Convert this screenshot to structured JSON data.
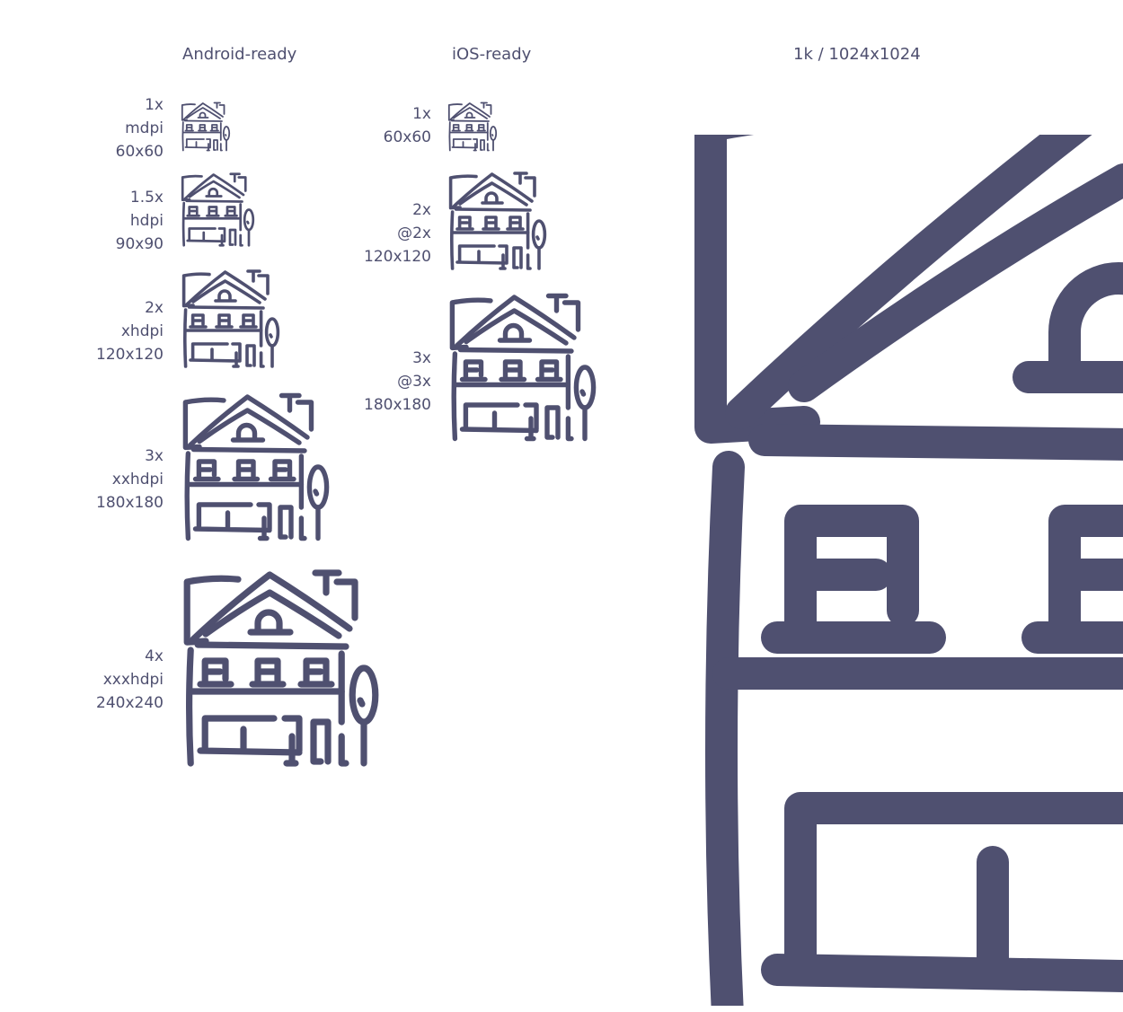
{
  "headers": {
    "android": "Android-ready",
    "ios": "iOS-ready",
    "large": "1k / 1024x1024"
  },
  "icon_color": "#4f5070",
  "icon_name": "house-icon",
  "android": [
    {
      "scale": "1x",
      "density": "mdpi",
      "size": "60x60"
    },
    {
      "scale": "1.5x",
      "density": "hdpi",
      "size": "90x90"
    },
    {
      "scale": "2x",
      "density": "xhdpi",
      "size": "120x120"
    },
    {
      "scale": "3x",
      "density": "xxhdpi",
      "size": "180x180"
    },
    {
      "scale": "4x",
      "density": "xxxhdpi",
      "size": "240x240"
    }
  ],
  "ios": [
    {
      "scale": "1x",
      "size": "60x60"
    },
    {
      "scale": "2x",
      "suffix": "@2x",
      "size": "120x120"
    },
    {
      "scale": "3x",
      "suffix": "@3x",
      "size": "180x180"
    }
  ]
}
